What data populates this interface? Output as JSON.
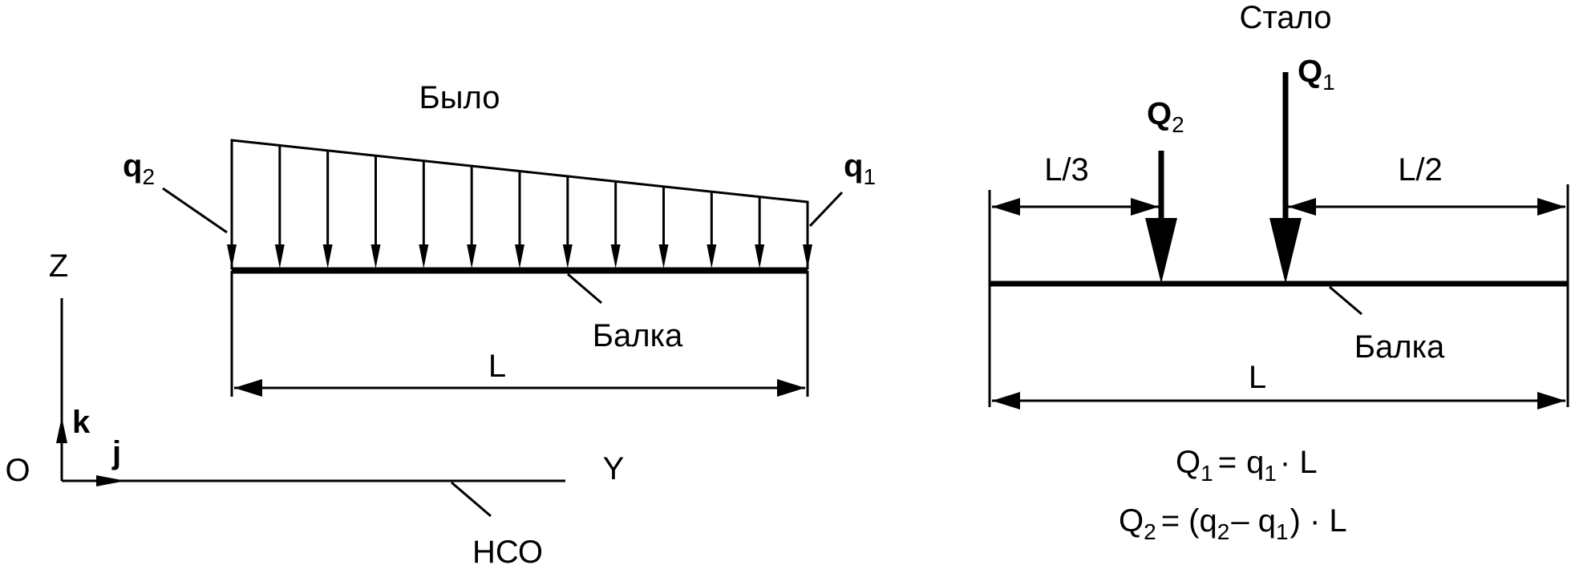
{
  "before": {
    "title": "Было",
    "q2": {
      "main": "q",
      "sub": "2"
    },
    "q1": {
      "main": "q",
      "sub": "1"
    },
    "beam_label": "Балка",
    "length_label": "L"
  },
  "after": {
    "title": "Стало",
    "Q1": {
      "main": "Q",
      "sub": "1"
    },
    "Q2": {
      "main": "Q",
      "sub": "2"
    },
    "dim_left": "L/3",
    "dim_right": "L/2",
    "beam_label": "Балка",
    "length_label": "L",
    "formula1": {
      "Q": "Q",
      "Qsub": "1",
      "eq": "=",
      "q": "q",
      "qsub": "1",
      "tail": "· L"
    },
    "formula2": {
      "Q": "Q",
      "Qsub": "2",
      "eq": "= (q",
      "qsub2": "2",
      "minus": "– q",
      "qsub1": "1",
      "tail": ") · L"
    }
  },
  "coords": {
    "axis_z": "Z",
    "axis_y": "Y",
    "origin": "O",
    "unit_k": "k",
    "unit_j": "j",
    "system_label": "НСО"
  }
}
